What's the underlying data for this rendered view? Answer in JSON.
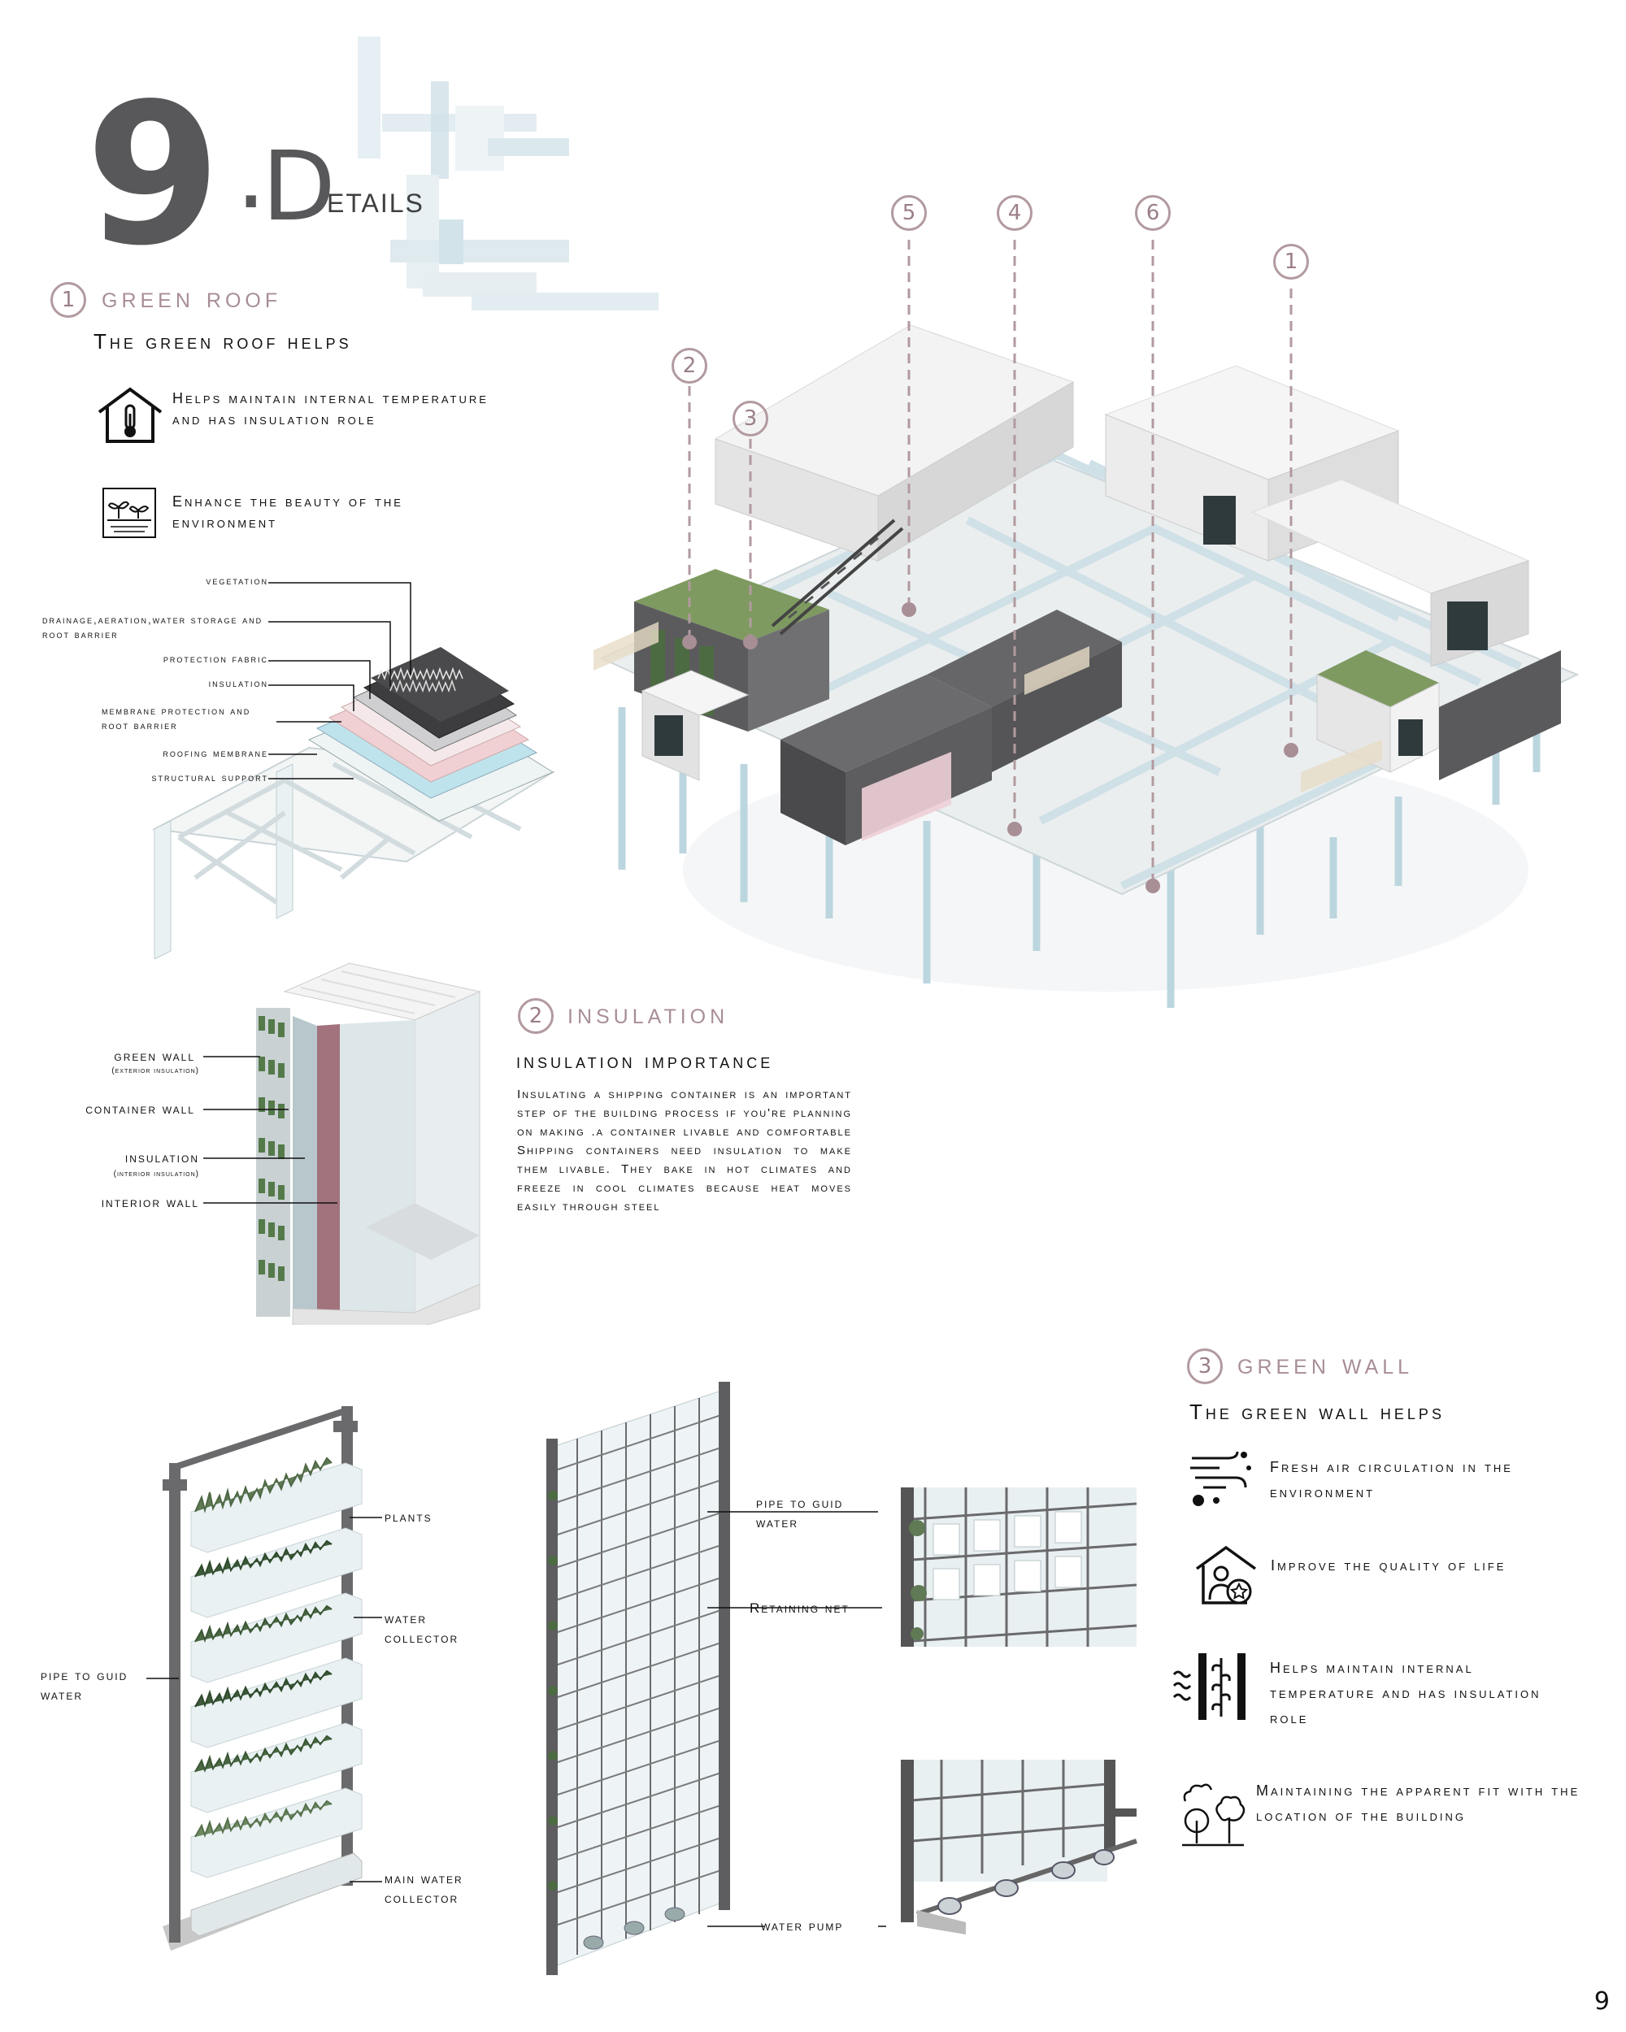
{
  "header": {
    "number": "9",
    "dot": ".",
    "title_initial": "D",
    "title_rest": "etails"
  },
  "page_number": "9",
  "green_roof": {
    "number": "1",
    "title": "green roof",
    "subtitle": "The green roof helps",
    "items": [
      {
        "icon": "house-thermometer-icon",
        "text": "Helps maintain internal temperature and has insulation role"
      },
      {
        "icon": "sprouts-icon",
        "text": "Enhance the beauty of the environment"
      }
    ],
    "layers": [
      "vegetation",
      "drainage,aeration,water storage and root barrier",
      "protection fabric",
      "insulation",
      "membrane protection and root barrier",
      "roofing membrane",
      "structural support"
    ]
  },
  "insulation": {
    "number": "2",
    "title": "insulation",
    "subtitle": "insulation importance",
    "paragraph": "Insulating a shipping container is an important step of the building process if you're planning on making .a container livable and comfortable Shipping containers need insulation to make them livable. They bake in hot climates and freeze in cool climates because heat moves easily through steel",
    "labels": {
      "green_wall": "green wall",
      "green_wall_note": "(exterior insulation)",
      "container_wall": "container wall",
      "insulation": "insulation",
      "insulation_note": "(interior insulation)",
      "interior_wall": "interior wall"
    }
  },
  "green_wall": {
    "number": "3",
    "title": "green wall",
    "subtitle": "The green wall helps",
    "items": [
      {
        "icon": "wind-air-icon",
        "text": "Fresh air circulation in the environment"
      },
      {
        "icon": "house-person-star-icon",
        "text": "Improve the quality of life"
      },
      {
        "icon": "wall-heat-icon",
        "text": "Helps maintain internal temperature and has insulation role"
      },
      {
        "icon": "trees-cloud-icon",
        "text": "Maintaining the apparent fit with the location of the building"
      }
    ],
    "labels": {
      "plants": "plants",
      "water_collector": "water collector",
      "pipe_left": "pipe to guid water",
      "main_collector": "main water collector",
      "pipe_right": "pipe to guid water",
      "retaining_net": "Retaining net",
      "water_pump": "water pump"
    }
  },
  "building_markers": [
    "5",
    "4",
    "6",
    "2",
    "3",
    "1"
  ],
  "colors": {
    "accent": "#a88e95",
    "title_gray": "#58585a",
    "structure": "#bcd6df",
    "container_dark": "#5d5d5f",
    "roof_green": "#7f9a61"
  }
}
